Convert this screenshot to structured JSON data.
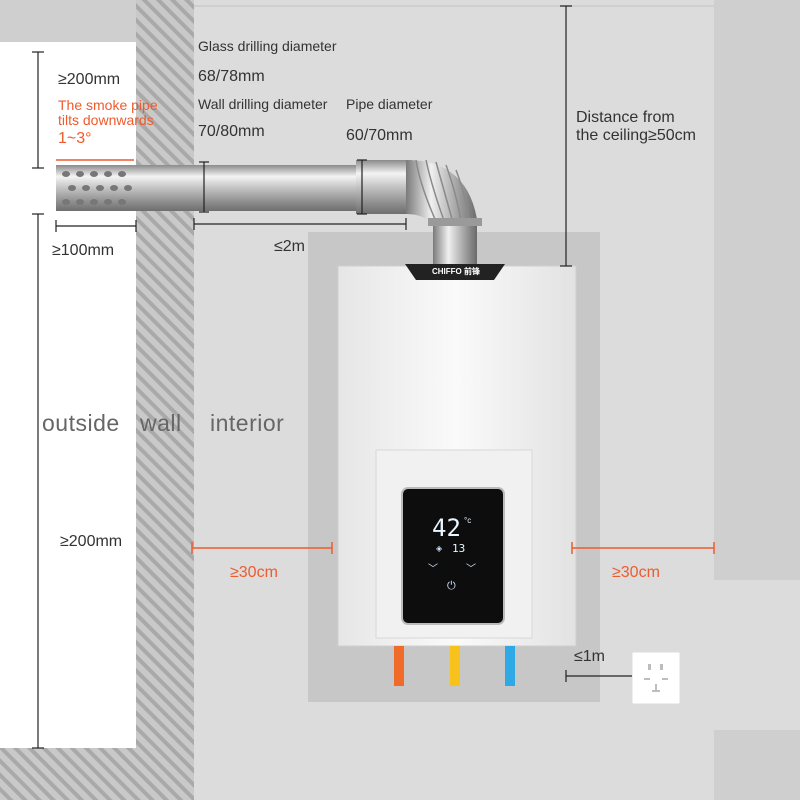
{
  "labels": {
    "glass_title": "Glass drilling diameter",
    "glass_value": "68/78mm",
    "wall_title": "Wall drilling diameter",
    "wall_value": "70/80mm",
    "pipe_title": "Pipe diameter",
    "pipe_value": "60/70mm",
    "top_gap": "≥200mm",
    "tilt_line1": "The smoke pipe",
    "tilt_line2": "tilts downwards",
    "tilt_angle": "1~3°",
    "outside_len": "≥100mm",
    "pipe_len": "≤2m",
    "ceiling_line1": "Distance from",
    "ceiling_line2": "the ceiling≥50cm",
    "zone_outside": "outside",
    "zone_wall": "wall",
    "zone_interior": "interior",
    "ground_gap": "≥200mm",
    "side_left": "≥30cm",
    "side_right": "≥30cm",
    "socket_dist": "≤1m"
  },
  "device": {
    "brand": "CHIFFO",
    "brand_cn": "前锋",
    "temperature": "42",
    "temp_unit": "°c",
    "sub_value": "13"
  },
  "colors": {
    "dimension_accent": "#ee5b2d",
    "wall_hatch": "#b5b5b5",
    "room_wall": "#dcdcdc",
    "hot_pipe": "#f06a2a",
    "gas_pipe": "#f6c21b",
    "cold_pipe": "#2fa8e6"
  }
}
